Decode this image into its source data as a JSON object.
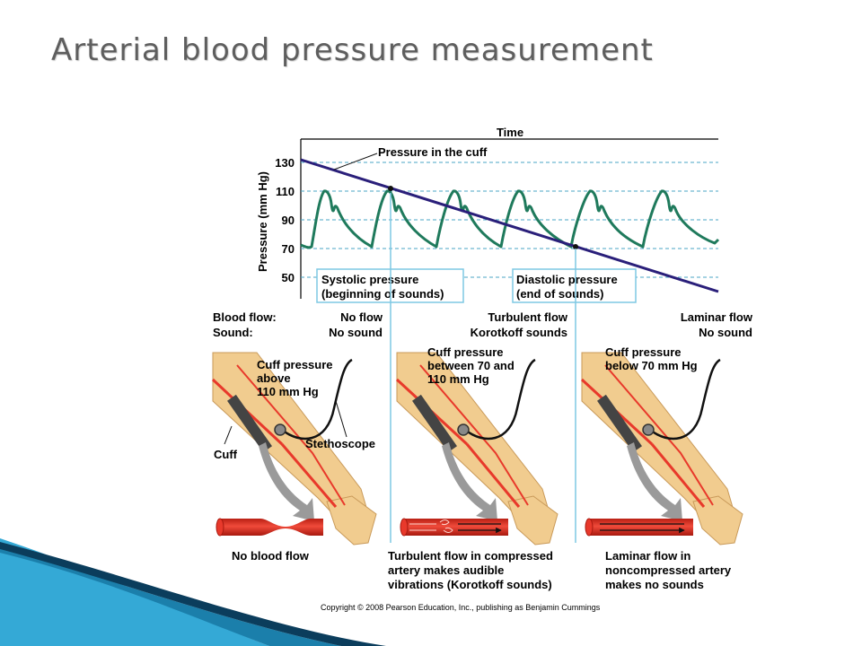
{
  "slide": {
    "title": "Arterial blood pressure measurement"
  },
  "graph": {
    "top_label": "Time",
    "ylabel": "Pressure (mm Hg)",
    "yticks": [
      "130",
      "110",
      "90",
      "70",
      "50"
    ],
    "cuff_line_label": "Pressure in the cuff",
    "systolic_line1": "Systolic pressure",
    "systolic_line2": "(beginning of sounds)",
    "diastolic_line1": "Diastolic pressure",
    "diastolic_line2": "(end of sounds)"
  },
  "rows": {
    "flow_key": "Blood flow:",
    "sound_key": "Sound:"
  },
  "panels": [
    {
      "flow": "No flow",
      "sound": "No sound",
      "cuff_1": "Cuff pressure",
      "cuff_2": "above",
      "cuff_3": "110 mm Hg",
      "caption_1": "No blood flow"
    },
    {
      "flow": "Turbulent flow",
      "sound": "Korotkoff sounds",
      "cuff_1": "Cuff pressure",
      "cuff_2": "between 70 and",
      "cuff_3": "110 mm Hg",
      "caption_1": "Turbulent flow in compressed",
      "caption_2": "artery makes audible",
      "caption_3": "vibrations (Korotkoff sounds)"
    },
    {
      "flow": "Laminar flow",
      "sound": "No sound",
      "cuff_1": "Cuff pressure",
      "cuff_2": "below 70 mm Hg",
      "caption_1": "Laminar flow in",
      "caption_2": "noncompressed artery",
      "caption_3": "makes no sounds"
    }
  ],
  "labels": {
    "stethoscope": "Stethoscope",
    "cuff": "Cuff"
  },
  "copyright": "Copyright © 2008 Pearson Education, Inc., publishing as Benjamin Cummings",
  "colors": {
    "title": "#5e5e5e",
    "cuff_line": "#2a1f7a",
    "pressure_wave": "#1f7a5c",
    "grid": "#4aa5c4",
    "box": "#7ec8e3",
    "artery": "#e8392b",
    "arm": "#f1cc8f",
    "wave_dark": "#0b3d5c",
    "wave_light": "#34a9d6"
  }
}
